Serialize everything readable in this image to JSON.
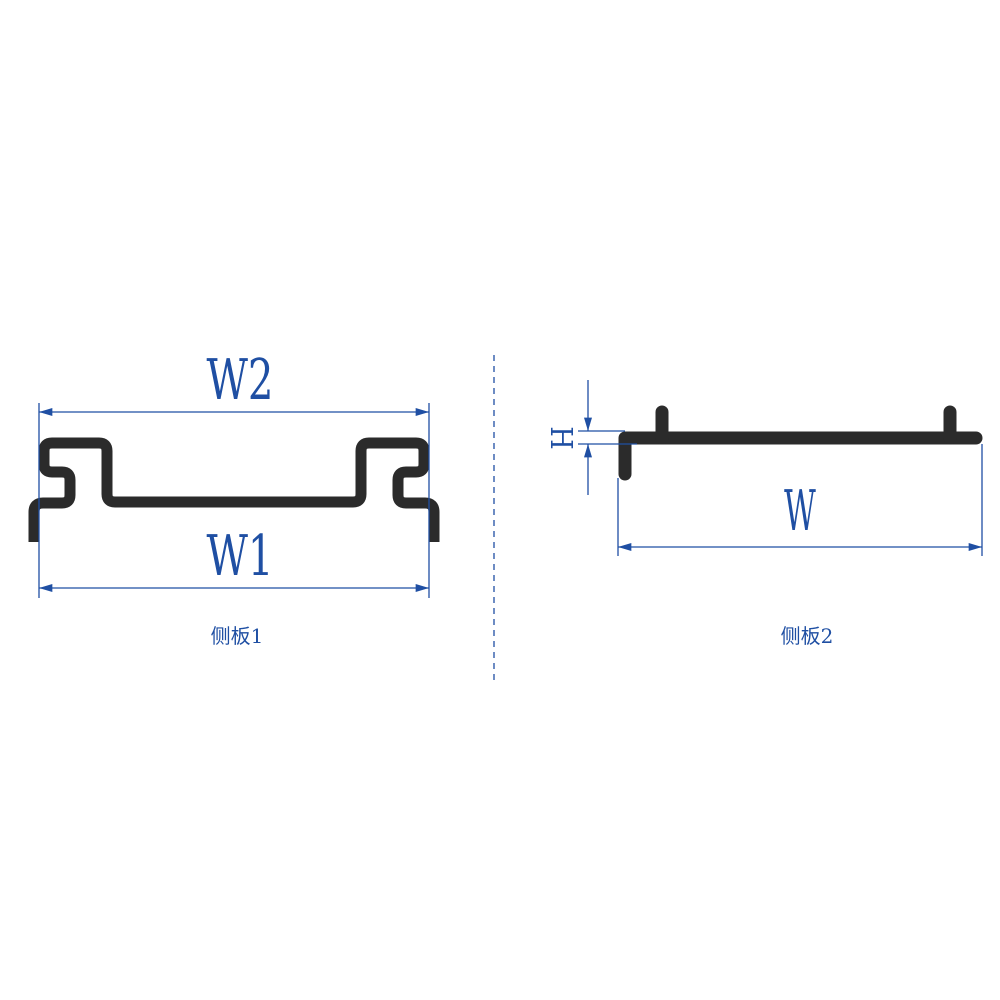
{
  "panel1": {
    "dim_top": "W2",
    "dim_bottom": "W1",
    "caption": "侧板1"
  },
  "panel2": {
    "dim_height": "H",
    "dim_width": "W",
    "caption": "侧板2"
  },
  "colors": {
    "dimension": "#1f4fa3",
    "profile": "#2b2b2b"
  }
}
